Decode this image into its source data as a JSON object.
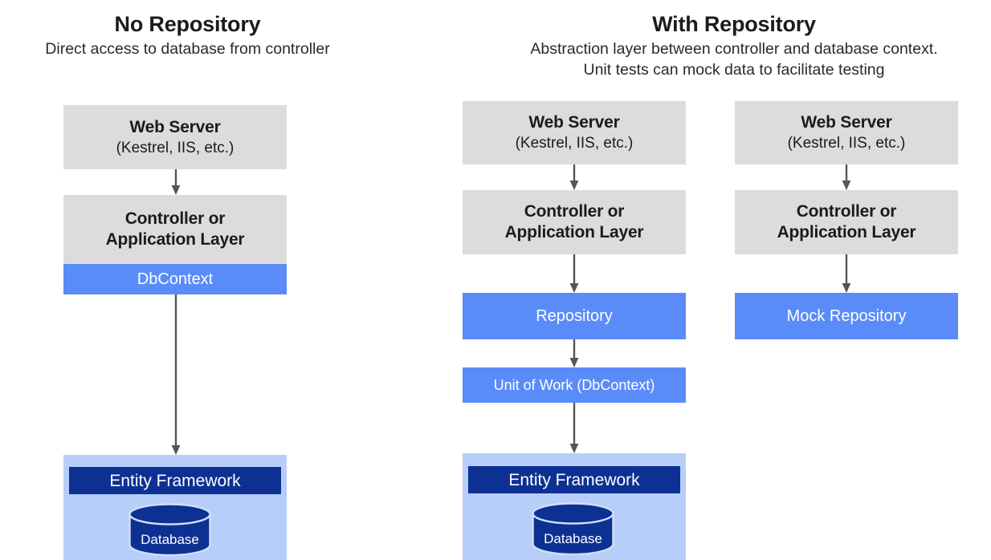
{
  "panels": [
    {
      "title": "No Repository",
      "subtitle": [
        "Direct access to database from controller"
      ]
    },
    {
      "title": "With Repository",
      "subtitle": [
        "Abstraction layer between controller and database context.",
        "Unit tests can mock data to facilitate testing"
      ]
    }
  ],
  "nodes": {
    "web_server_title": "Web Server",
    "web_server_sub": "(Kestrel, IIS, etc.)",
    "controller_line1": "Controller or",
    "controller_line2": "Application Layer",
    "dbcontext": "DbContext",
    "repository": "Repository",
    "mock_repository": "Mock Repository",
    "unit_of_work": "Unit of Work (DbContext)",
    "entity_framework": "Entity Framework",
    "database": "Database"
  },
  "colors": {
    "gray_box": "#dcdcdc",
    "blue_box": "#5a8cf9",
    "light_blue_container": "#b7cdfa",
    "dark_blue_bar": "#0d3093",
    "database_cylinder": "#0d3093",
    "database_outline": "#cfe0f7",
    "arrow": "#555555",
    "text_dark": "#1b1b1b",
    "text_light": "#ffffff"
  }
}
